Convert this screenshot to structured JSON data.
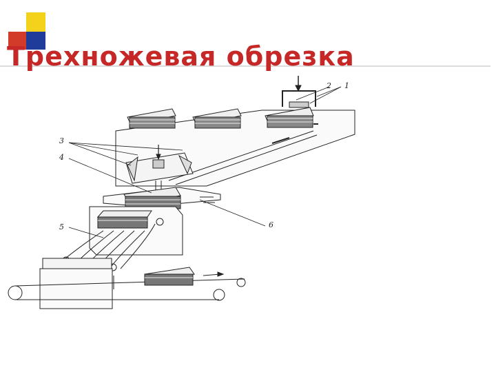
{
  "slide": {
    "title": "Трехножевая обрезка",
    "accent_colors": {
      "yellow": "#f2d21a",
      "blue": "#1f3c9a",
      "red": "#d23a2a",
      "title": "#c62828"
    }
  },
  "diagram": {
    "callouts": [
      "1",
      "2",
      "3",
      "4",
      "5",
      "6"
    ]
  }
}
